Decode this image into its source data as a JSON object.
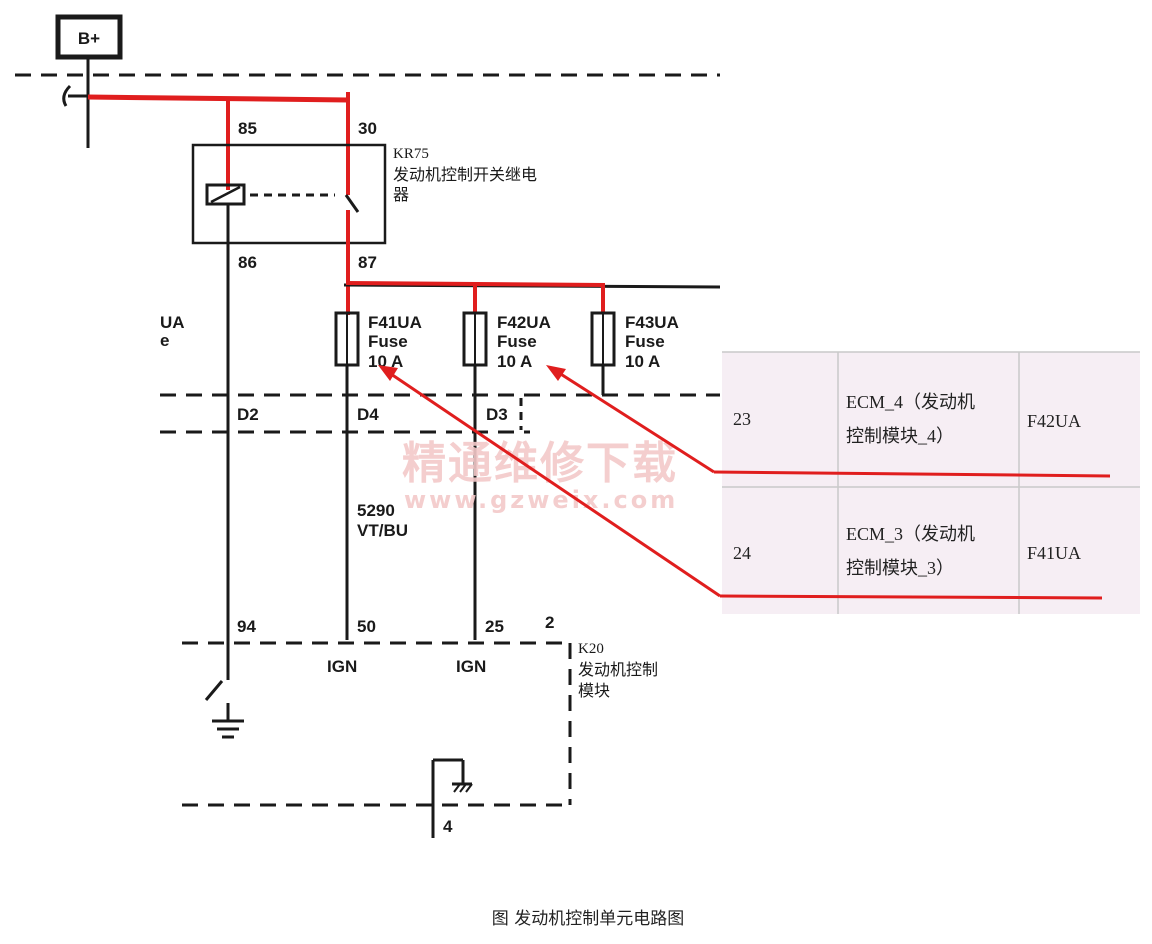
{
  "power_label": "B+",
  "relay": {
    "id": "KR75",
    "name_line1": "发动机控制开关继电",
    "name_line2": "器",
    "pin_85": "85",
    "pin_30": "30",
    "pin_86": "86",
    "pin_87": "87"
  },
  "fuses": [
    {
      "id": "F41UA",
      "type": "Fuse",
      "rating": "10 A"
    },
    {
      "id": "F42UA",
      "type": "Fuse",
      "rating": "10 A"
    },
    {
      "id": "F43UA",
      "type": "Fuse",
      "rating": "10 A"
    }
  ],
  "partial_left_labels": [
    "UA",
    "e"
  ],
  "connectors": [
    "D2",
    "D4",
    "D3"
  ],
  "wire": {
    "circuit": "5290",
    "color": "VT/BU"
  },
  "module": {
    "id": "K20",
    "name_line1": "发动机控制",
    "name_line2": "模块",
    "pins": [
      "94",
      "50",
      "25",
      "2",
      "4"
    ],
    "ign_labels": [
      "IGN",
      "IGN"
    ]
  },
  "watermark": {
    "line1": "精通维修下载",
    "line2": "www.gzweix.com"
  },
  "table": {
    "rows": [
      {
        "pin": "23",
        "desc_line1": "ECM_4（发动机",
        "desc_line2": "控制模块_4）",
        "fuse": "F42UA"
      },
      {
        "pin": "24",
        "desc_line1": "ECM_3（发动机",
        "desc_line2": "控制模块_3）",
        "fuse": "F41UA"
      }
    ]
  },
  "caption": "图 发动机控制单元电路图",
  "colors": {
    "wire_red": "#e01e1e",
    "line_black": "#1a1a1a",
    "table_bg": "#f6eef4",
    "table_grid": "#c9c9c9"
  }
}
